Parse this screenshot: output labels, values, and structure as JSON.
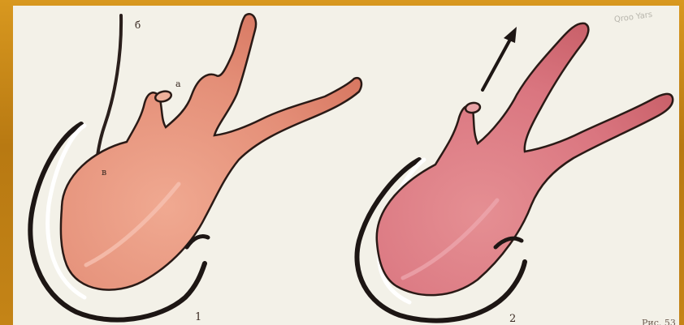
{
  "labels": {
    "b": "б",
    "a": "a",
    "v": "в",
    "fig1": "1",
    "fig2": "2",
    "caption": "Рис. 53",
    "watermark": "Qroo Yars"
  },
  "colors": {
    "frame": "#c98a1a",
    "paper": "#f3f1e8",
    "body_fill_1": "#e9987e",
    "body_fill_2": "#dc7c86",
    "outline": "#1d1614"
  }
}
